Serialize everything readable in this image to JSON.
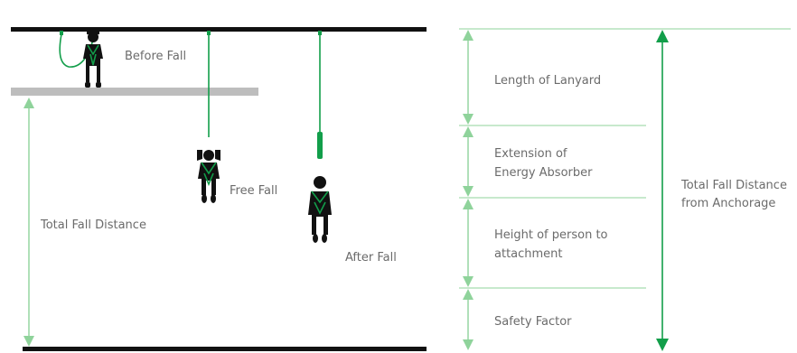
{
  "colors": {
    "accent": "#129e4a",
    "accent_light": "#8fd39b",
    "figure": "#111111",
    "platform": "#bdbdbd",
    "text": "#6b6b6b"
  },
  "left_panel": {
    "before_fall": "Before Fall",
    "free_fall": "Free Fall",
    "after_fall": "After Fall",
    "total_fall_distance": "Total Fall Distance"
  },
  "right_panel": {
    "segments": [
      {
        "lines": [
          "Length of Lanyard"
        ]
      },
      {
        "lines": [
          "Extension of",
          "Energy Absorber"
        ]
      },
      {
        "lines": [
          "Height of person to",
          "attachment"
        ]
      },
      {
        "lines": [
          "Safety Factor"
        ]
      }
    ],
    "total_label": [
      "Total Fall Distance",
      "from Anchorage"
    ]
  }
}
